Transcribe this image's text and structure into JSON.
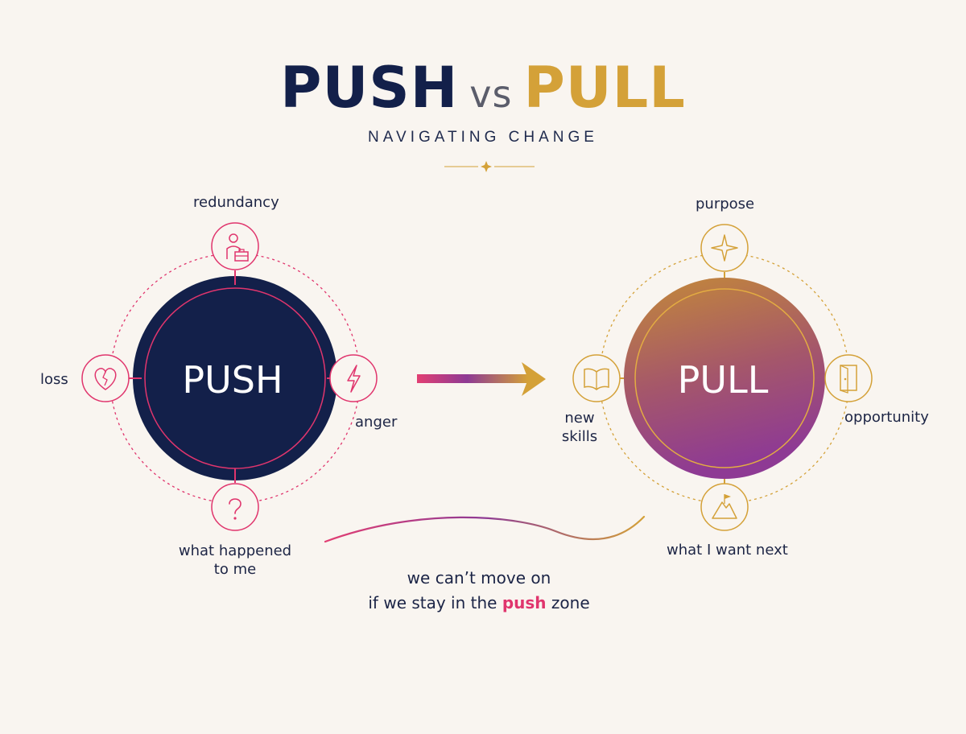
{
  "header": {
    "title_push": "PUSH",
    "title_vs": "vs",
    "title_pull": "PULL",
    "subtitle": "NAVIGATING CHANGE"
  },
  "push": {
    "label": "PUSH",
    "factors": {
      "top": "redundancy",
      "left": "loss",
      "right": "anger",
      "bottom_line1": "what happened",
      "bottom_line2": "to me"
    },
    "icons": [
      "person-briefcase-icon",
      "broken-heart-icon",
      "lightning-icon",
      "question-icon"
    ]
  },
  "pull": {
    "label": "PULL",
    "factors": {
      "top": "purpose",
      "left_line1": "new",
      "left_line2": "skills",
      "right": "opportunity",
      "bottom": "what I want next"
    },
    "icons": [
      "sparkle-icon",
      "open-book-icon",
      "door-icon",
      "mountain-flag-icon"
    ]
  },
  "caption": {
    "line1": "we can’t move on",
    "line2_pre": "if we stay in the",
    "line2_highlight": "push",
    "line2_post": "zone"
  },
  "colors": {
    "background": "#f9f5f0",
    "navy": "#13204a",
    "pink": "#e0356d",
    "gold": "#d4a138",
    "purple": "#8e3a94"
  }
}
